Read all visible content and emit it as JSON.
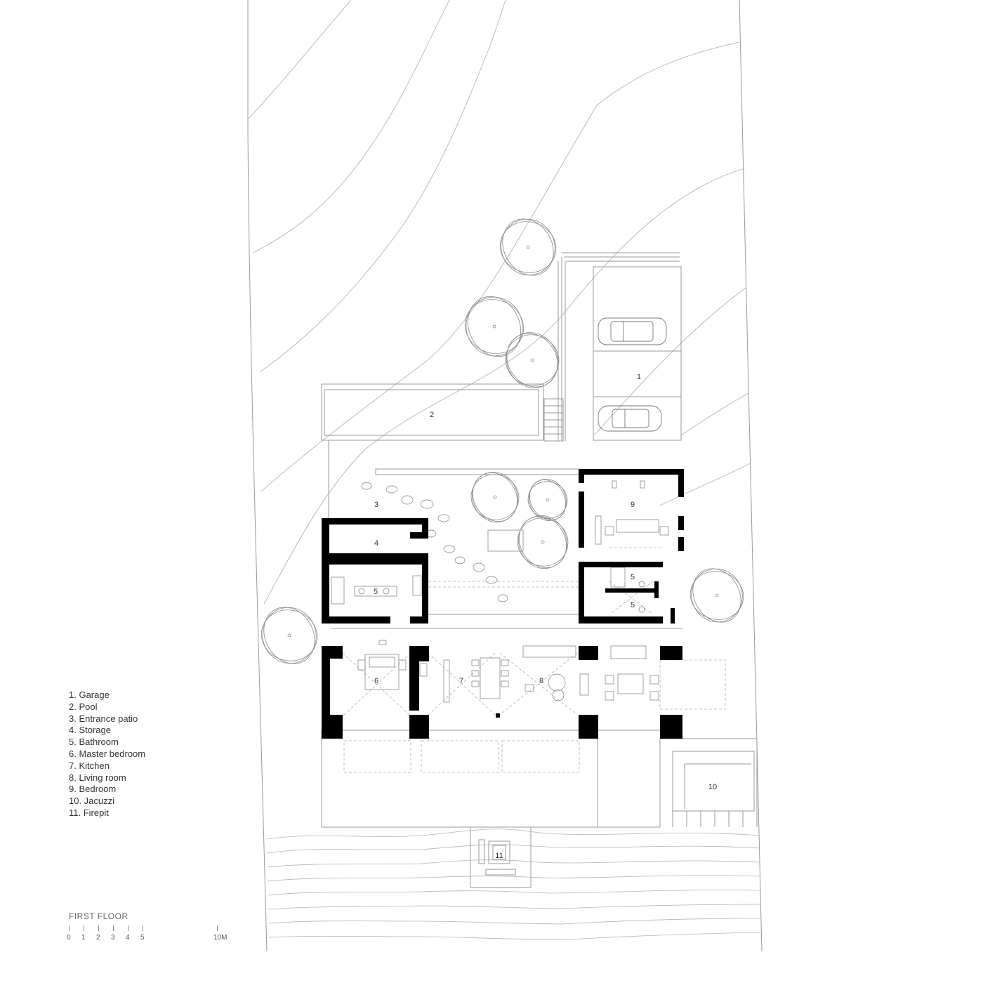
{
  "plan": {
    "title": "FIRST FLOOR",
    "legend": [
      "1. Garage",
      "2. Pool",
      "3. Entrance patio",
      "4. Storage",
      "5. Bathroom",
      "6. Master bedroom",
      "7. Kitchen",
      "8. Living room",
      "9. Bedroom",
      "10. Jacuzzi",
      "11. Firepit"
    ],
    "room_labels": {
      "garage": "1",
      "pool": "2",
      "patio": "3",
      "storage": "4",
      "bath_left": "5",
      "bath_right_top": "5",
      "bath_right_bottom": "5",
      "master": "6",
      "kitchen": "7",
      "living": "8",
      "bedroom": "9",
      "jacuzzi": "10",
      "firepit": "11"
    },
    "scale": {
      "ticks": [
        "0",
        "1",
        "2",
        "3",
        "4",
        "5"
      ],
      "end_label": "10M"
    },
    "colors": {
      "wall": "#000000",
      "line": "#9a9a9a",
      "dash": "#b0b0b0"
    }
  }
}
